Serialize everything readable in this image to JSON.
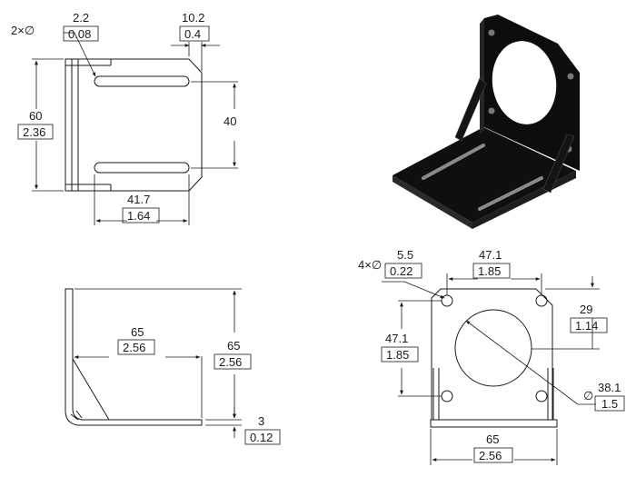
{
  "top_view": {
    "hole_count": "2×",
    "dia_symbol": "∅",
    "slot_mm": "2.2",
    "slot_in": "0.08",
    "edge_mm": "10.2",
    "edge_in": "0.4",
    "height_mm": "60",
    "height_in": "2.36",
    "slot_spacing_mm": "40",
    "slot_length_mm": "41.7",
    "slot_length_in": "1.64"
  },
  "side_view": {
    "length_mm": "65",
    "length_in": "2.56",
    "height_mm": "65",
    "height_in": "2.56",
    "thickness_mm": "3",
    "thickness_in": "0.12"
  },
  "front_view": {
    "hole_count": "4×",
    "dia_symbol": "∅",
    "hole_mm": "5.5",
    "hole_in": "0.22",
    "hole_spacing_x_mm": "47.1",
    "hole_spacing_x_in": "1.85",
    "hole_spacing_y_mm": "47.1",
    "hole_spacing_y_in": "1.85",
    "offset_mm": "29",
    "offset_in": "1.14",
    "center_hole_mm": "38.1",
    "center_hole_in": "1.5",
    "width_mm": "65",
    "width_in": "2.56"
  },
  "colors": {
    "line": "#1a1a1a",
    "bracket": "#0d0d0d",
    "bracket_edge": "#5a5a5a"
  }
}
